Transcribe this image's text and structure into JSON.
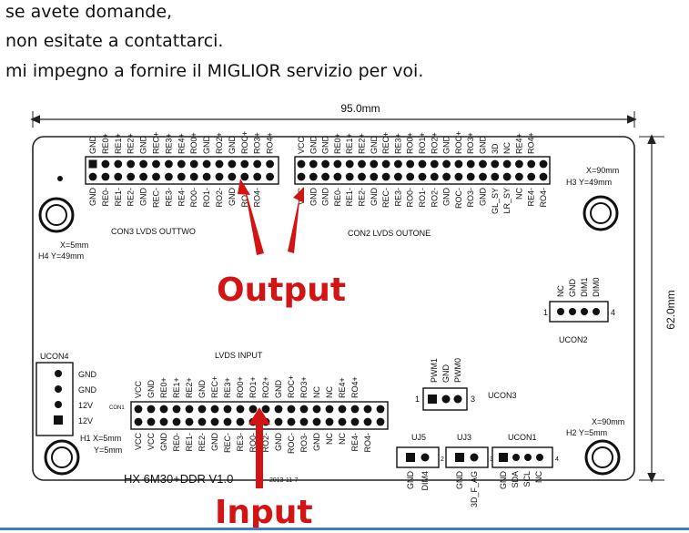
{
  "intro": [
    "se avete domande,",
    "non esitate a contattarci.",
    "mi impegno a fornire il MIGLIOR servizio per voi."
  ],
  "dimensions": {
    "width": "95.0mm",
    "height": "62.0mm"
  },
  "holes": {
    "h4": [
      "X=5mm",
      "H4  Y=49mm"
    ],
    "h3": [
      "X=90mm",
      "H3  Y=49mm"
    ],
    "h1": [
      "H1 X=5mm",
      "Y=5mm"
    ],
    "h2": [
      "X=90mm",
      "H2 Y=5mm"
    ]
  },
  "con3": {
    "label": "CON3  LVDS OUTTWO",
    "top": [
      "GND",
      "RE0+",
      "RE1+",
      "RE2+",
      "GND",
      "REC+",
      "RE3+",
      "RE4+",
      "RO0+",
      "GND",
      "RO2+",
      "GND",
      "ROC+",
      "RO3+",
      "RO4+"
    ],
    "bottom": [
      "GND",
      "RE0-",
      "RE1-",
      "RE2-",
      "GND",
      "REC-",
      "RE3-",
      "RE4-",
      "RO0-",
      "RO1-",
      "RO2-",
      "GND",
      "RO3-",
      "RO4-"
    ]
  },
  "con2": {
    "label": "CON2  LVDS OUTONE",
    "top": [
      "VCC",
      "GND",
      "GND",
      "RE0+",
      "RE1+",
      "RE2+",
      "GND",
      "REC+",
      "RE3+",
      "RO0+",
      "RO1+",
      "RO2+",
      "GND",
      "ROC+",
      "RO3+",
      "GND",
      "3D",
      "NC",
      "RE4+",
      "RO4+"
    ],
    "bottom": [
      "VCC",
      "GND",
      "GND",
      "RE0-",
      "RE1-",
      "RE2-",
      "GND",
      "REC-",
      "RE3-",
      "RO0-",
      "RO1-",
      "RO2-",
      "GND",
      "ROC-",
      "RO3-",
      "GND",
      "GL_SY",
      "LR_SY",
      "NC",
      "RE4-",
      "RO4-"
    ]
  },
  "ucon2": {
    "label": "UCON2",
    "pins": [
      "NC",
      "GND",
      "DIM1",
      "DIM0"
    ],
    "pin_first": "1",
    "pin_last": "4"
  },
  "ucon4": {
    "label": "UCON4",
    "pins": [
      "GND",
      "GND",
      "12V",
      "12V"
    ]
  },
  "lvds_input": {
    "label": "LVDS INPUT",
    "con_mark": "CON1",
    "top": [
      "VCC",
      "GND",
      "RE0+",
      "RE1+",
      "RE2+",
      "GND",
      "REC+",
      "RE3+",
      "RO0+",
      "RO1+",
      "RO2+",
      "GND",
      "ROC+",
      "RO3+",
      "NC",
      "NC",
      "RE4+",
      "RO4+"
    ],
    "bottom": [
      "VCC",
      "VCC",
      "GND",
      "RE0-",
      "RE1-",
      "RE2-",
      "GND",
      "REC-",
      "RE3-",
      "RO0-",
      "RO2-",
      "GND",
      "ROC-",
      "RO3-",
      "GND",
      "NC",
      "NC",
      "RE4-",
      "RO4-"
    ]
  },
  "ucon3": {
    "label": "UCON3",
    "pins": [
      "PWM1",
      "GND",
      "PWM0"
    ],
    "pin_first": "1",
    "pin_last": "3"
  },
  "uj5": {
    "label": "UJ5",
    "pins": [
      "GND",
      "DIM4"
    ],
    "pin_last": "2"
  },
  "uj3": {
    "label": "UJ3",
    "pins": [
      "GND",
      "3D_F_AG"
    ],
    "pin_last": "3"
  },
  "ucon1": {
    "label": "UCON1",
    "pins": [
      "GND",
      "SDA",
      "SCL",
      "NC"
    ],
    "pin_last": "4"
  },
  "model": "HX  6M30+DDR  V1.0",
  "date": "2013-11-7",
  "annotations": {
    "output": "Output",
    "input": "Input"
  },
  "colors": {
    "accent_red": "#d21414",
    "board_stroke": "#222222",
    "rule_blue": "#3d7fc4"
  }
}
